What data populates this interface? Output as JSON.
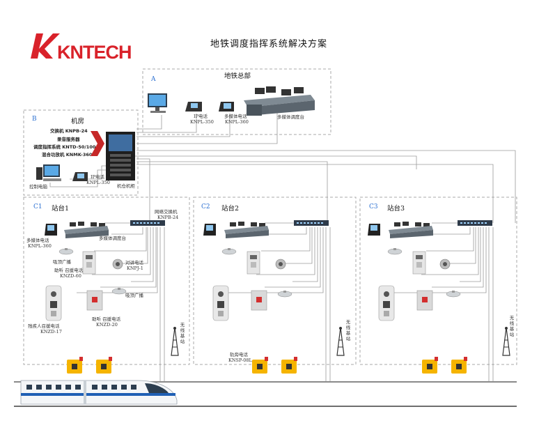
{
  "logo": {
    "text": "KNTECH"
  },
  "title": "地铁调度指挥系统解决方案",
  "sections": {
    "A": {
      "tag": "A",
      "name": "地铁总部"
    },
    "B": {
      "tag": "B",
      "name": "机房"
    },
    "C1": {
      "tag": "C1",
      "name": "站台1"
    },
    "C2": {
      "tag": "C2",
      "name": "站台2"
    },
    "C3": {
      "tag": "C3",
      "name": "站台3"
    }
  },
  "labels": {
    "a_ip_phone": "IP电话",
    "a_ip_phone_model": "KNPL-350",
    "a_mm_phone": "多媒体电话",
    "a_mm_phone_model": "KNPL-360",
    "a_console": "多媒体调度台",
    "b_line1": "交换机 KNPB-24",
    "b_line2": "录音服务器",
    "b_line3": "调度指挥系统 KNTD-50/100",
    "b_line4": "混合功放机 KNMK-360",
    "b_pc": "控制电脑",
    "b_ip_phone": "IP电话",
    "b_ip_phone_model": "KNPL-350",
    "b_cabinet": "机仓机柜",
    "c1_switch": "网络交换机",
    "c1_switch_model": "KNPB-24",
    "c1_mm_phone": "多媒体电话",
    "c1_mm_phone_model": "KNPL-360",
    "c1_console": "多媒体调度台",
    "c1_speaker": "吸顶广播",
    "c1_intercom": "对讲电话",
    "c1_intercom_model": "KNPJ-1",
    "c1_help_phone": "助听 召援电话",
    "c1_help_phone_model": "KNZD-60",
    "c1_speaker2": "吸顶广播",
    "c1_disabled_phone": "残疾人召援电话",
    "c1_disabled_phone_model": "KNZD-17",
    "c1_help_phone2": "助听 召援电话",
    "c1_help_phone2_model": "KNZD-20",
    "c1_wireless": "无线基站",
    "c2_wireless": "无线基站",
    "c2_track_phone": "轨旁电话",
    "c2_track_phone_model": "KNSP-08L",
    "c3_wireless": "无线基站"
  },
  "colors": {
    "brand": "#d9222a",
    "tag": "#2a6fd1",
    "line": "#9a9a9a",
    "box": "#a8a8a8"
  }
}
